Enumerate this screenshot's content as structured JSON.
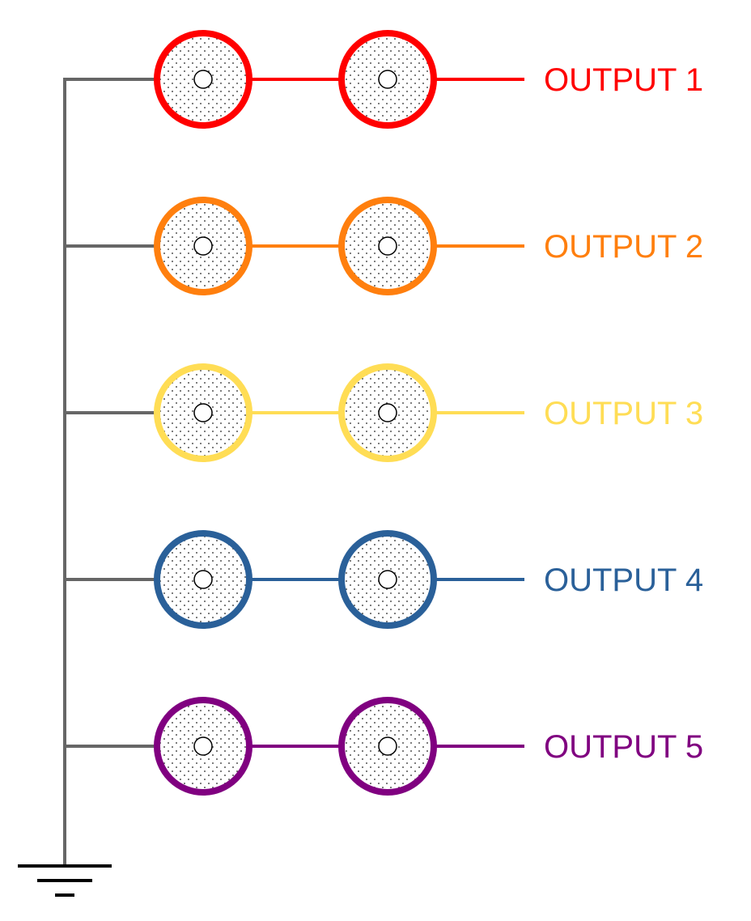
{
  "diagram": {
    "ground_color": "#666666",
    "dot_color": "#555555",
    "outputs": [
      {
        "label": "OUTPUT 1",
        "color": "#ff0000"
      },
      {
        "label": "OUTPUT 2",
        "color": "#ff7f0e"
      },
      {
        "label": "OUTPUT 3",
        "color": "#ffdd55"
      },
      {
        "label": "OUTPUT 4",
        "color": "#2a6099"
      },
      {
        "label": "OUTPUT 5",
        "color": "#800080"
      }
    ]
  }
}
